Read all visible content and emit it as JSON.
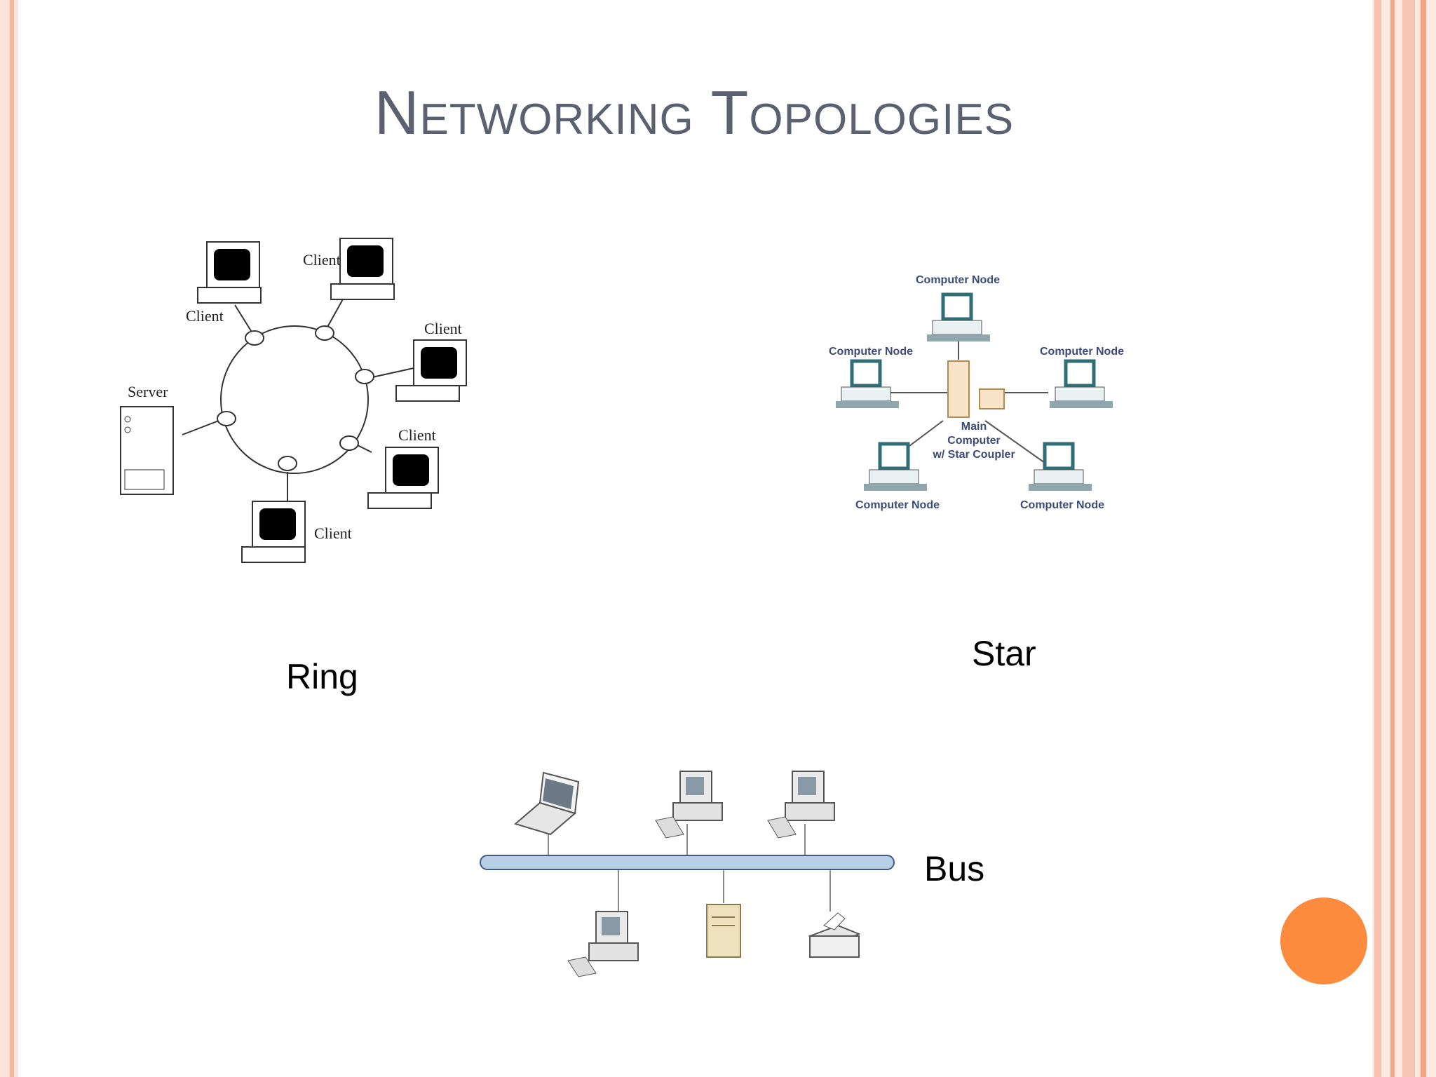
{
  "slide": {
    "title": "Networking Topologies",
    "accent_color": "#fd8b3e",
    "title_color": "#5b6170"
  },
  "ring": {
    "caption": "Ring",
    "server_label": "Server",
    "client_label": "Client"
  },
  "star": {
    "caption": "Star",
    "node_label": "Computer Node",
    "main_line1": "Main",
    "main_line2": "Computer",
    "main_line3": "w/ Star Coupler"
  },
  "bus": {
    "caption": "Bus"
  }
}
